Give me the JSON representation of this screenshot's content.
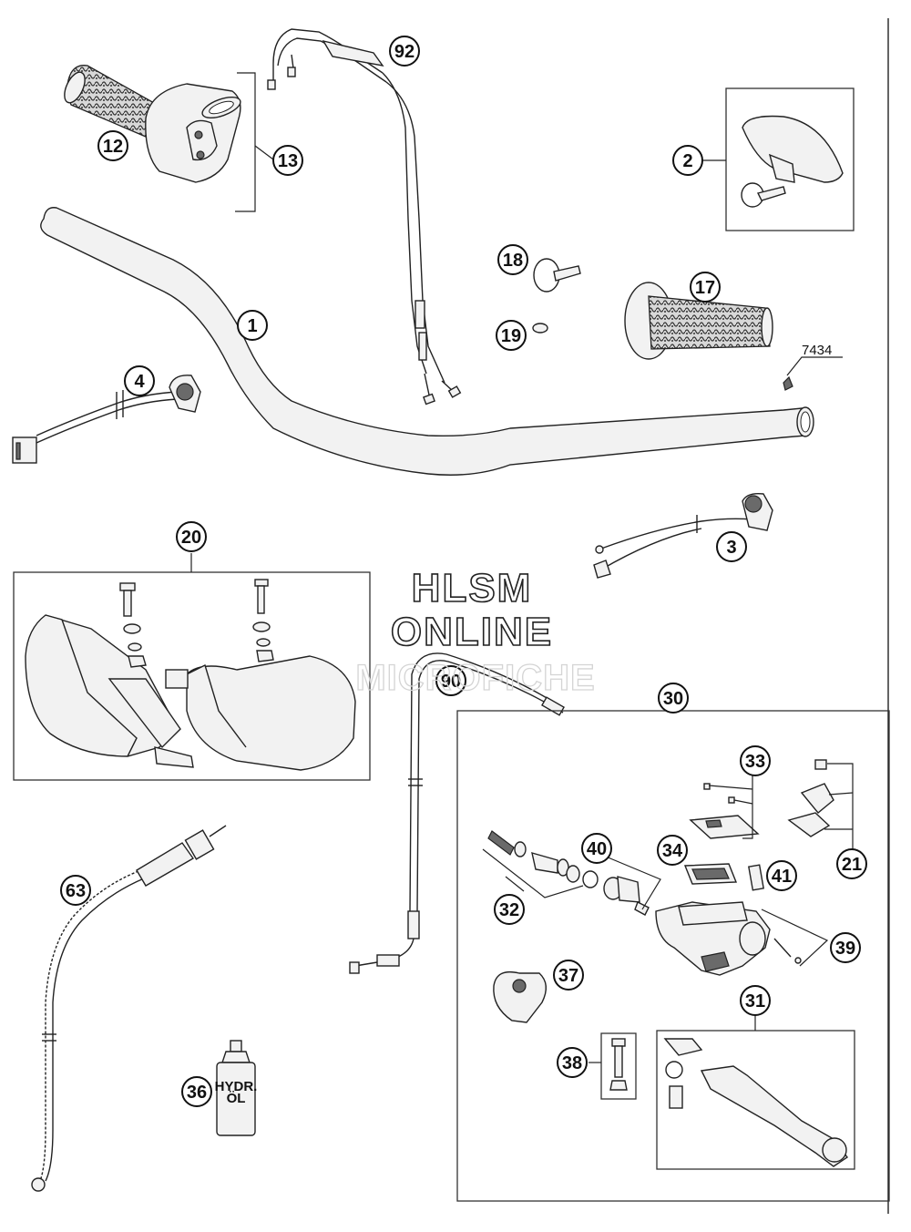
{
  "watermark": {
    "line1": "HLSM",
    "line2": "ONLINE",
    "line3": "MICROFICHE"
  },
  "reference_label": "7434",
  "callouts": [
    {
      "id": "c1",
      "label": "1"
    },
    {
      "id": "c2",
      "label": "2"
    },
    {
      "id": "c3",
      "label": "3"
    },
    {
      "id": "c4",
      "label": "4"
    },
    {
      "id": "c12",
      "label": "12"
    },
    {
      "id": "c13",
      "label": "13"
    },
    {
      "id": "c17",
      "label": "17"
    },
    {
      "id": "c18",
      "label": "18"
    },
    {
      "id": "c19",
      "label": "19"
    },
    {
      "id": "c20",
      "label": "20"
    },
    {
      "id": "c21",
      "label": "21"
    },
    {
      "id": "c30",
      "label": "30"
    },
    {
      "id": "c31",
      "label": "31"
    },
    {
      "id": "c32",
      "label": "32"
    },
    {
      "id": "c33",
      "label": "33"
    },
    {
      "id": "c34",
      "label": "34"
    },
    {
      "id": "c36",
      "label": "36"
    },
    {
      "id": "c37",
      "label": "37"
    },
    {
      "id": "c38",
      "label": "38"
    },
    {
      "id": "c39",
      "label": "39"
    },
    {
      "id": "c40",
      "label": "40"
    },
    {
      "id": "c41",
      "label": "41"
    },
    {
      "id": "c63",
      "label": "63"
    },
    {
      "id": "c90",
      "label": "90"
    },
    {
      "id": "c92",
      "label": "92"
    }
  ],
  "bottle_label": {
    "line1": "HYDR.",
    "line2": "ÖL"
  }
}
